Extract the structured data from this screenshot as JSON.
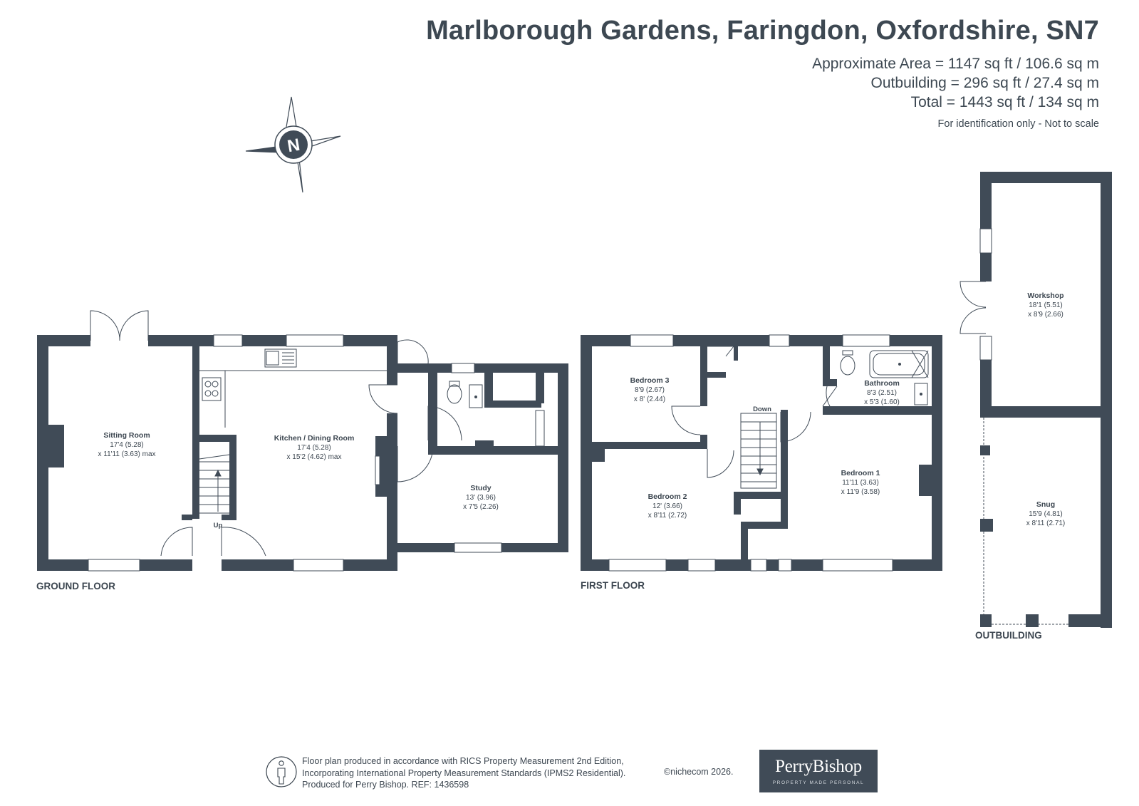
{
  "header": {
    "title": "Marlborough Gardens, Faringdon, Oxfordshire, SN7",
    "area_main": "Approximate Area = 1147 sq ft / 106.6 sq m",
    "area_outbuilding": "Outbuilding = 296 sq ft / 27.4 sq m",
    "area_total": "Total = 1443 sq ft / 134 sq m",
    "disclaimer": "For identification only - Not to scale"
  },
  "compass": {
    "letter": "N"
  },
  "floors": {
    "ground": {
      "label": "GROUND FLOOR",
      "stairs": "Up",
      "rooms": {
        "sitting": {
          "name": "Sitting Room",
          "dim1": "17'4 (5.28)",
          "dim2": "x 11'11 (3.63) max"
        },
        "kitchen": {
          "name": "Kitchen / Dining Room",
          "dim1": "17'4 (5.28)",
          "dim2": "x 15'2 (4.62) max"
        },
        "study": {
          "name": "Study",
          "dim1": "13' (3.96)",
          "dim2": "x 7'5 (2.26)"
        }
      }
    },
    "first": {
      "label": "FIRST FLOOR",
      "stairs": "Down",
      "rooms": {
        "bedroom3": {
          "name": "Bedroom 3",
          "dim1": "8'9 (2.67)",
          "dim2": "x 8' (2.44)"
        },
        "bathroom": {
          "name": "Bathroom",
          "dim1": "8'3 (2.51)",
          "dim2": "x 5'3 (1.60)"
        },
        "bedroom2": {
          "name": "Bedroom 2",
          "dim1": "12' (3.66)",
          "dim2": "x 8'11 (2.72)"
        },
        "bedroom1": {
          "name": "Bedroom 1",
          "dim1": "11'11 (3.63)",
          "dim2": "x 11'9 (3.58)"
        }
      }
    },
    "outbuilding": {
      "label": "OUTBUILDING",
      "rooms": {
        "workshop": {
          "name": "Workshop",
          "dim1": "18'1 (5.51)",
          "dim2": "x 8'9 (2.66)"
        },
        "snug": {
          "name": "Snug",
          "dim1": "15'9 (4.81)",
          "dim2": "x 8'11 (2.71)"
        }
      }
    }
  },
  "footer": {
    "line1": "Floor plan produced in accordance with RICS Property Measurement 2nd Edition,",
    "line2": "Incorporating International Property Measurement Standards (IPMS2 Residential).",
    "line3": "Produced for Perry Bishop.   REF: 1436598",
    "copyright": "©nichecom 2026.",
    "brand_name": "PerryBishop",
    "brand_tagline": "PROPERTY MADE PERSONAL"
  },
  "colors": {
    "wall": "#404b57",
    "text": "#3c4650",
    "brand_bg": "#404b57"
  }
}
